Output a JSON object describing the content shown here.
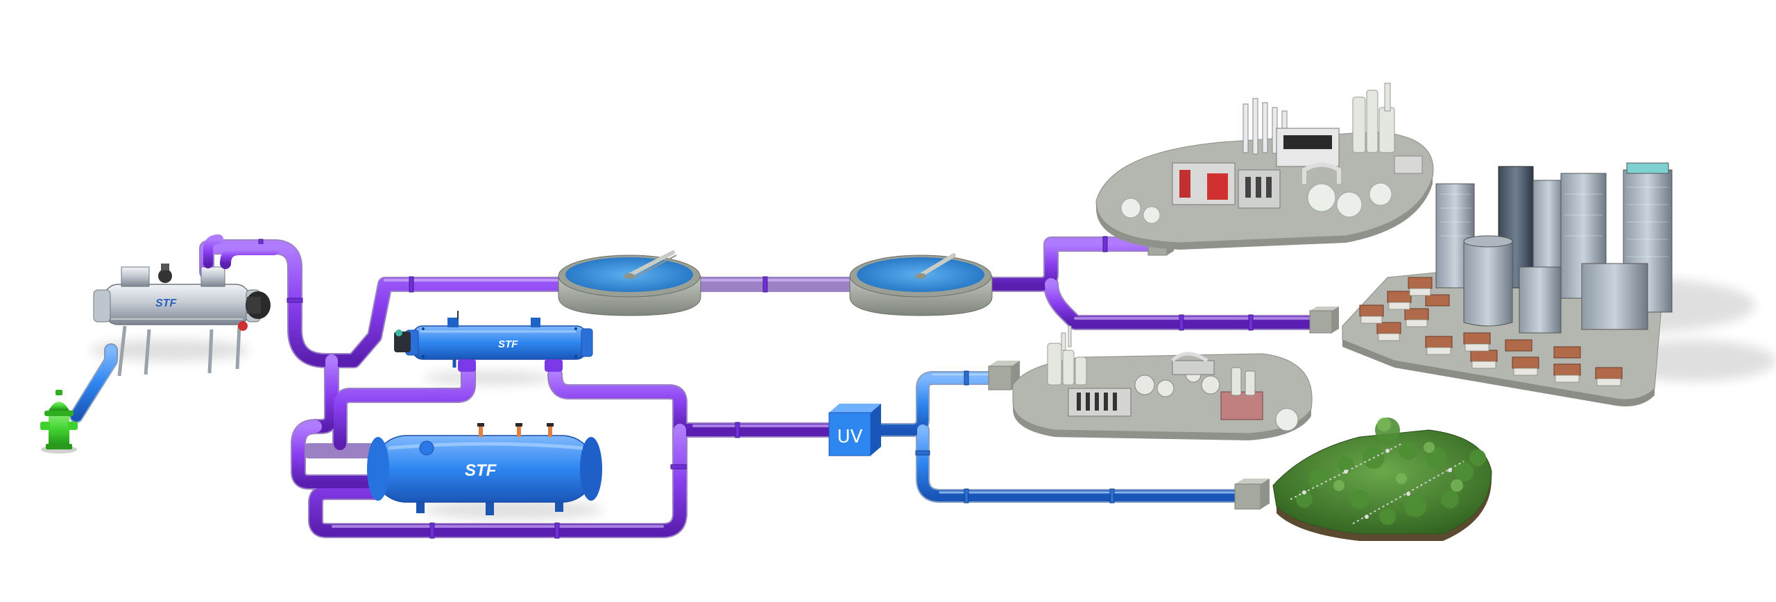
{
  "diagram": {
    "brand_labels": [
      "STF",
      "STF",
      "STF"
    ],
    "uv_unit_label": "UV",
    "colors": {
      "recycled_water_pipe": "#8a3ff0",
      "treated_water_pipe": "#2f7ff0",
      "filter_unit_blue": "#2e86f0",
      "hydrant_green": "#3fd12e",
      "clarifier_water": "#2b87d8",
      "concrete": "#a9aea6",
      "grass": "#3f7d2a",
      "roof_red": "#b06a4a"
    },
    "components": [
      {
        "id": "fire-hydrant",
        "icon": "hydrant-icon"
      },
      {
        "id": "self-cleaning-filter",
        "icon": "filter-icon"
      },
      {
        "id": "horizontal-screen-filter",
        "icon": "filter-icon"
      },
      {
        "id": "storage-tank",
        "icon": "tank-icon"
      },
      {
        "id": "clarifier-1",
        "icon": "clarifier-icon"
      },
      {
        "id": "clarifier-2",
        "icon": "clarifier-icon"
      },
      {
        "id": "uv-disinfection",
        "icon": "uv-icon"
      },
      {
        "id": "power-plant",
        "icon": "factory-icon"
      },
      {
        "id": "city-district",
        "icon": "city-icon"
      },
      {
        "id": "industrial-plant",
        "icon": "factory-icon"
      },
      {
        "id": "irrigated-field",
        "icon": "field-icon"
      }
    ]
  }
}
